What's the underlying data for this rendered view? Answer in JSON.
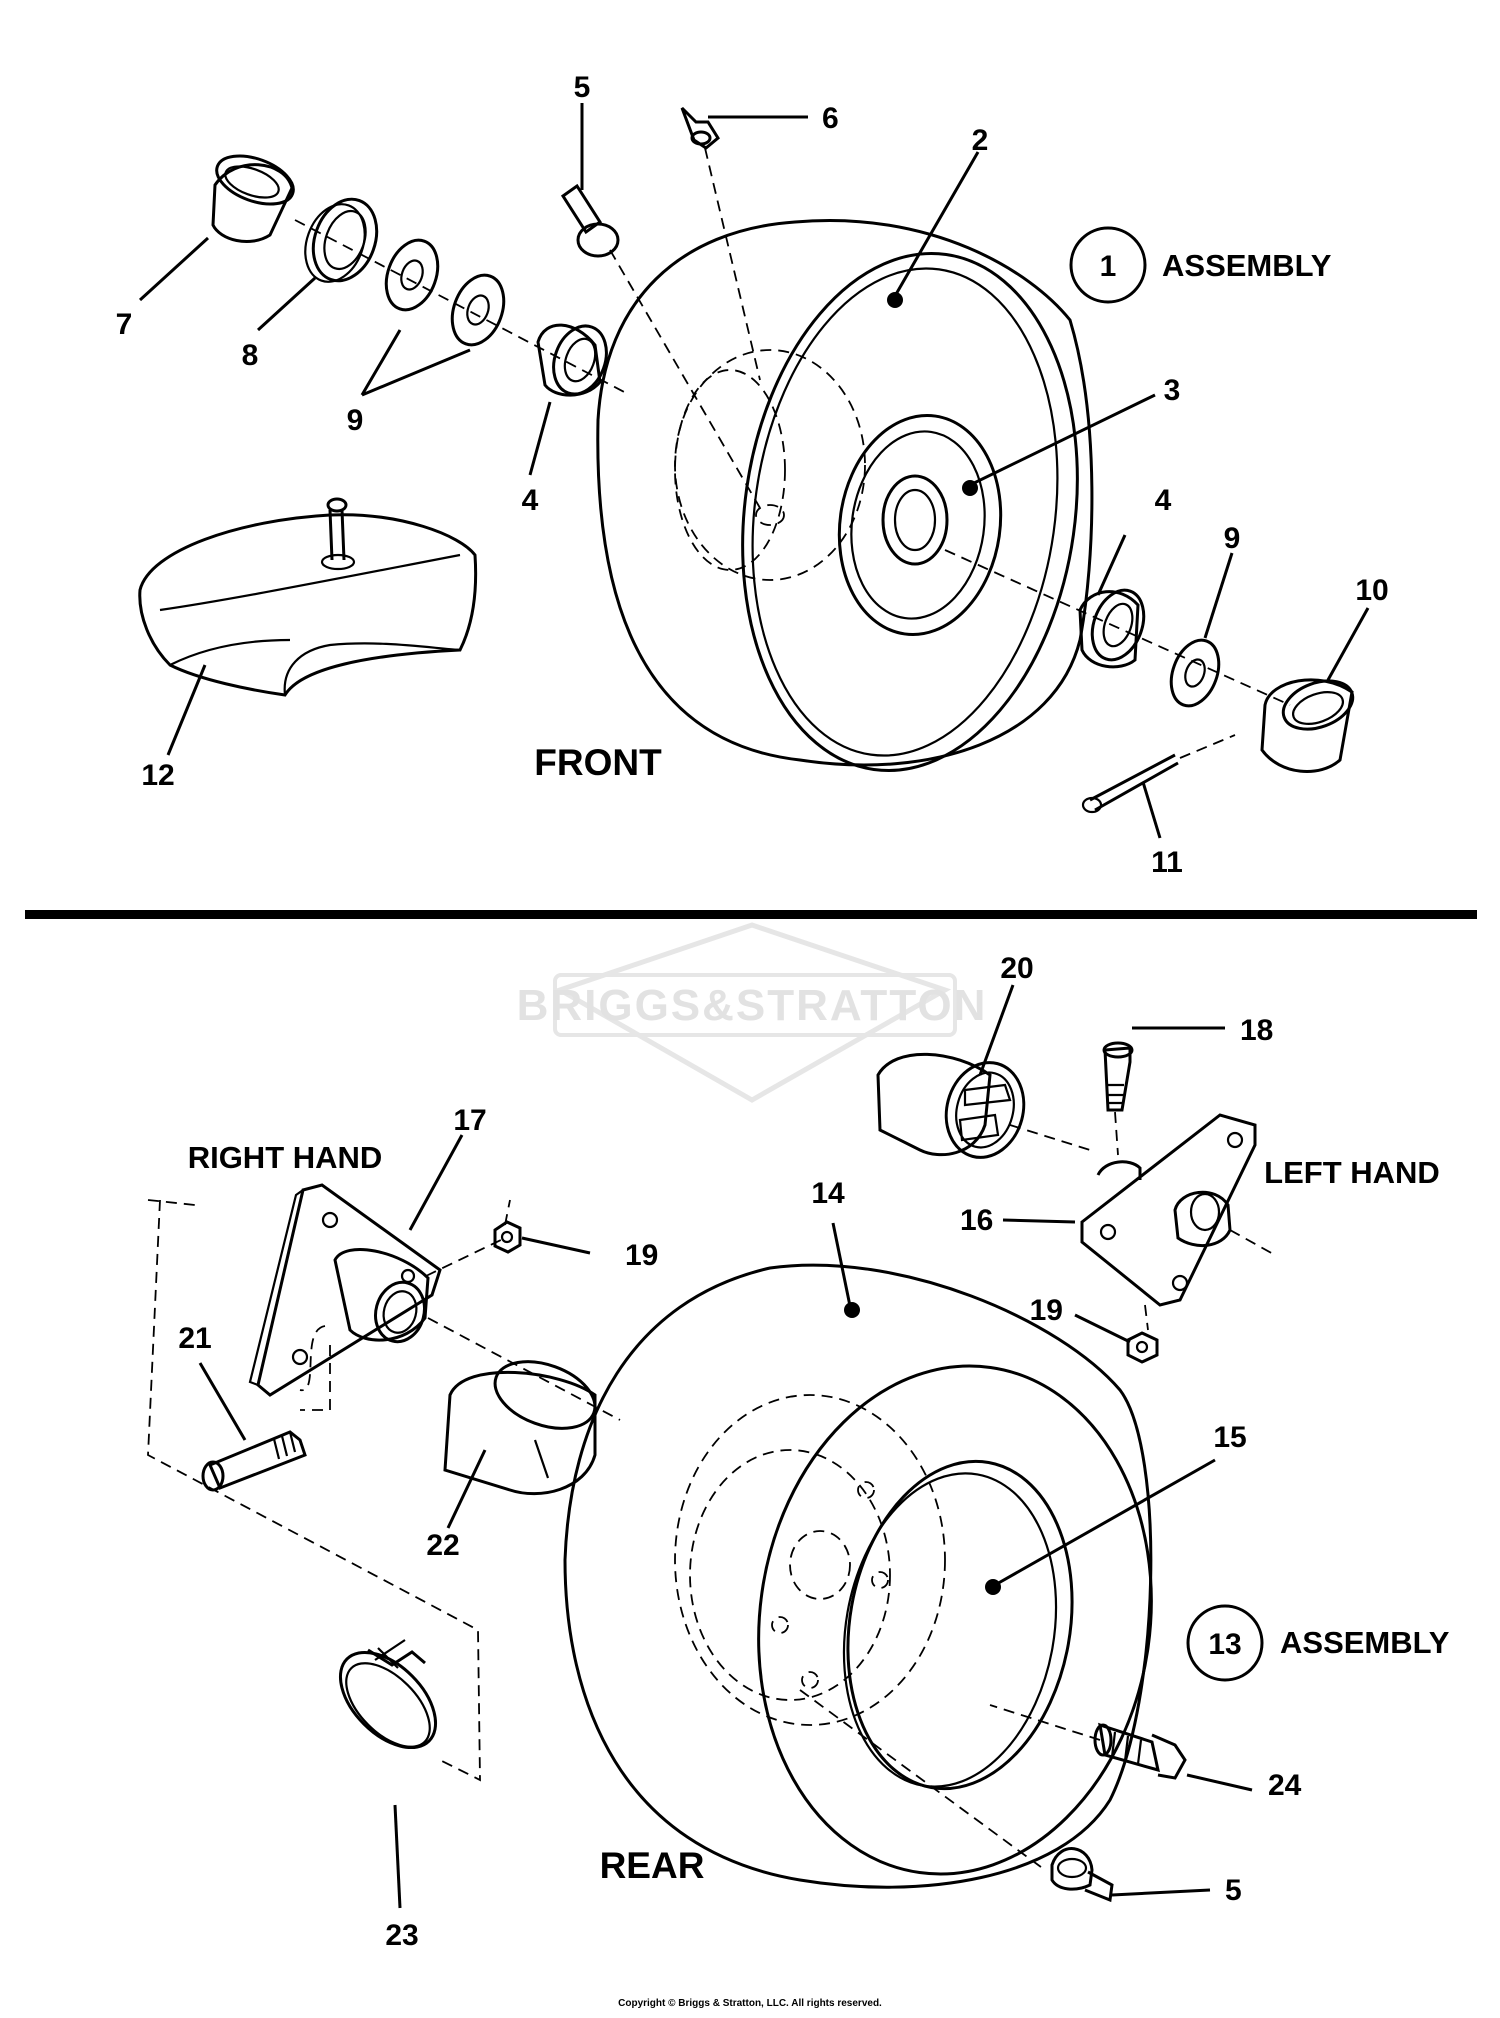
{
  "front": {
    "section_label": "FRONT",
    "assembly_number": "1",
    "assembly_label": "ASSEMBLY",
    "callouts": [
      "2",
      "3",
      "4",
      "4",
      "5",
      "6",
      "7",
      "8",
      "9",
      "9",
      "10",
      "11",
      "12"
    ]
  },
  "rear": {
    "section_label": "REAR",
    "assembly_number": "13",
    "assembly_label": "ASSEMBLY",
    "right_hand_label": "RIGHT HAND",
    "left_hand_label": "LEFT HAND",
    "callouts": [
      "5",
      "14",
      "15",
      "16",
      "17",
      "18",
      "19",
      "19",
      "20",
      "21",
      "22",
      "23",
      "24"
    ]
  },
  "watermark": "BRIGGS&STRATTON",
  "copyright": "Copyright © Briggs & Stratton, LLC. All rights reserved."
}
